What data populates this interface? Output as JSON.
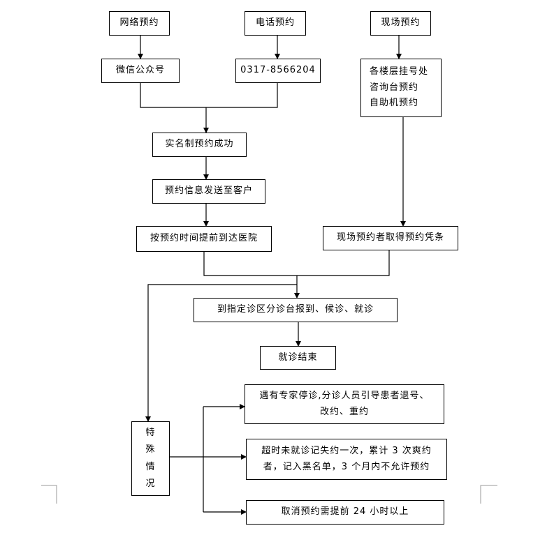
{
  "nodes": {
    "online": "网络预约",
    "phone": "电话预约",
    "onsite": "现场预约",
    "wechat": "微信公众号",
    "phone_number": "0317-8566204",
    "onsite_channels": [
      "各楼层挂号处",
      "咨询台预约",
      "自助机预约"
    ],
    "realname_success": "实名制预约成功",
    "info_sent": "预约信息发送至客户",
    "arrive_early": "按预约时间提前到达医院",
    "onsite_voucher": "现场预约者取得预约凭条",
    "report_visit": "到指定诊区分诊台报到、候诊、就诊",
    "visit_end": "就诊结束",
    "special_cases": [
      "特",
      "殊",
      "情",
      "况"
    ],
    "case_expert_stop": [
      "遇有专家停诊,分诊人员引导患者退号、",
      "改约、重约"
    ],
    "case_no_show": [
      "超时未就诊记失约一次，累计 3 次爽约",
      "者，记入黑名单，3 个月内不允许预约"
    ],
    "case_cancel": "取消预约需提前 24 小时以上"
  }
}
